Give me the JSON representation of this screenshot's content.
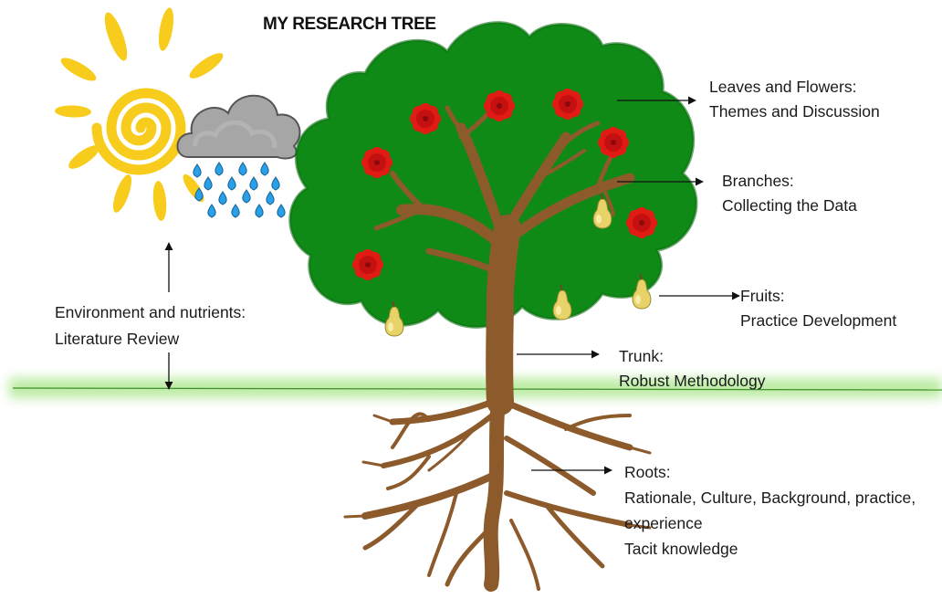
{
  "title": "MY RESEARCH TREE",
  "colors": {
    "canopy": "#0f8a16",
    "canopy_dark": "#0b6e10",
    "trunk": "#8c5a2b",
    "flower": "#e01b14",
    "flower_center": "#c41010",
    "fruit": "#e7d36a",
    "sun": "#f7cc1c",
    "cloud": "#a6a6a6",
    "rain": "#2aa0e8",
    "ground": "#7ed957",
    "arrow": "#111111"
  },
  "labels": {
    "leaves": {
      "heading": "Leaves and Flowers:",
      "text": "Themes and Discussion"
    },
    "branches": {
      "heading": "Branches:",
      "text": "Collecting the Data"
    },
    "fruits": {
      "heading": "Fruits:",
      "text": "Practice Development"
    },
    "trunk": {
      "heading": "Trunk:",
      "text": "Robust Methodology"
    },
    "roots": {
      "heading": "Roots:",
      "line1": "Rationale, Culture, Background, practice,",
      "line2": "experience",
      "line3": "Tacit knowledge"
    },
    "environment": {
      "heading": "Environment and nutrients:",
      "text": "Literature Review"
    }
  },
  "icons": [
    "sun-icon",
    "rain-cloud-icon",
    "tree-canopy",
    "flower-icon",
    "pear-fruit-icon",
    "roots"
  ]
}
